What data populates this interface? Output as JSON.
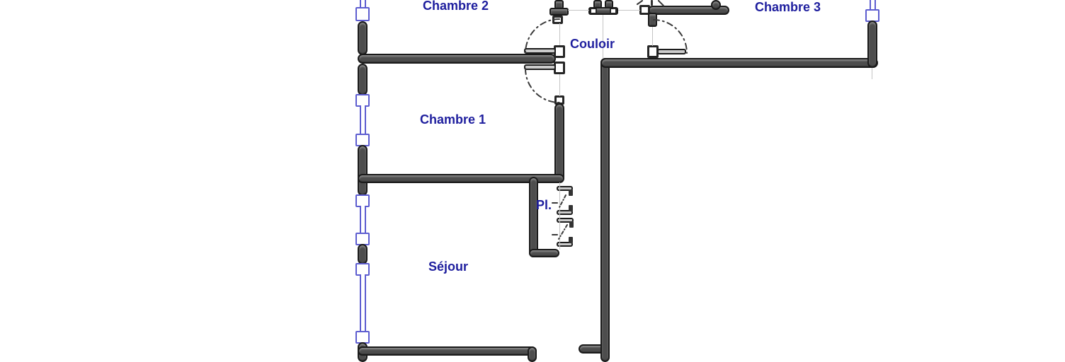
{
  "plan": {
    "type": "floor-plan",
    "colors": {
      "background": "#ffffff",
      "wall": "#4d4d4d",
      "wall-outline": "#1a1a1a",
      "window": "#5d5dd0",
      "label": "#1e1e9e",
      "refline": "#c4c4c4",
      "arc": "#3a3a3a"
    }
  },
  "rooms": {
    "chambre2": {
      "label": "Chambre 2"
    },
    "chambre3": {
      "label": "Chambre 3"
    },
    "couloir": {
      "label": "Couloir"
    },
    "chambre1": {
      "label": "Chambre 1"
    },
    "placard": {
      "label": "Pl."
    },
    "sejour": {
      "label": "Séjour"
    }
  }
}
